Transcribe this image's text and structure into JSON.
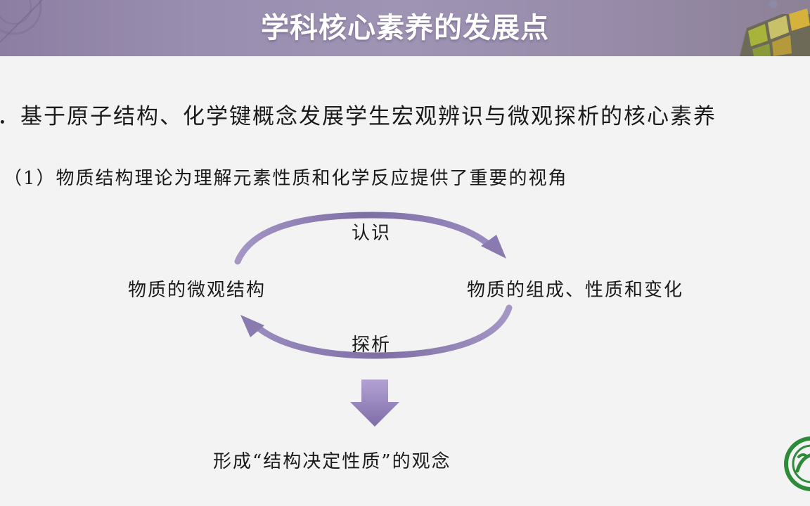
{
  "title": "学科核心素养的发展点",
  "point1": "．基于原子结构、化学键概念发展学生宏观辨识与微观探析的核心素养",
  "point2": "（1）物质结构理论为理解元素性质和化学反应提供了重要的视角",
  "diagram": {
    "left_node": "物质的微观结构",
    "right_node": "物质的组成、性质和变化",
    "top_arrow": "认识",
    "bottom_arrow": "探析",
    "conclusion": "形成“结构决定性质”的观念"
  },
  "colors": {
    "header": "#9a8eb0",
    "arrow": "#8d7db3",
    "logo": "#2e8b3a"
  }
}
